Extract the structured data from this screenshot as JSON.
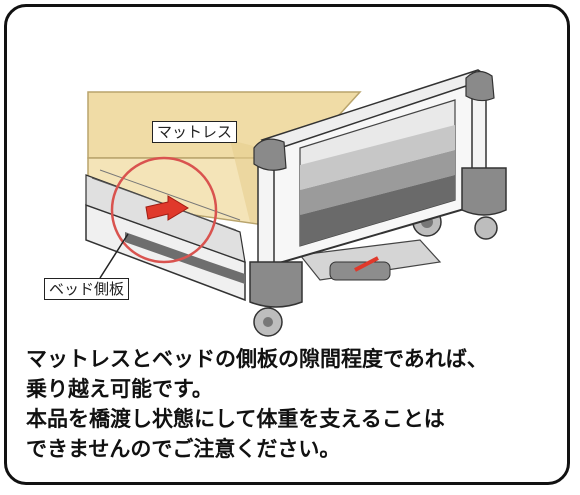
{
  "labels": {
    "mattress": "マットレス",
    "side_board": "ベッド側板"
  },
  "caption": {
    "line1": "マットレスとベッドの側板の隙間程度であれば、",
    "line2": "乗り越え可能です。",
    "line3": "本品を橋渡し状態にして体重を支えることは",
    "line4": "できませんのでご注意ください。"
  },
  "colors": {
    "mattress": "#f0dca6",
    "frame": "#f2f2f2",
    "corner": "#8a8a8a",
    "highlight_circle": "#d9534f",
    "arrow": "#e0392b"
  }
}
